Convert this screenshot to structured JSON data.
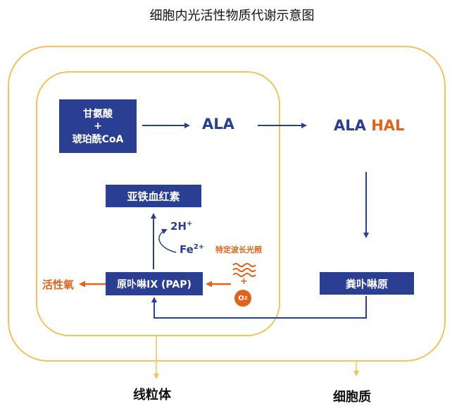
{
  "title": "细胞内光活性物质代谢示意图",
  "boxes": {
    "glycine": "甘氨酸",
    "plus": "+",
    "succinyl_coa": "琥珀酰CoA",
    "ferrous_heme": "亚铁血红素",
    "pap": "原卟啉IX (PAP)",
    "coproporphyrinogen": "粪卟啉原"
  },
  "labels": {
    "ala_mito": "ALA",
    "ala_cyto": "ALA",
    "hal": "HAL",
    "two_h": "2H",
    "two_h_sup": "+",
    "fe": "Fe",
    "fe_sup": "2+",
    "light": "特定波长光照",
    "light_plus": "+",
    "o2": "O",
    "o2_sub": "2",
    "ros": "活性氧",
    "mitochondria": "线粒体",
    "cytoplasm": "细胞质"
  },
  "colors": {
    "navy": "#2a3f91",
    "orange": "#e2621c",
    "gold": "#f0c45a"
  }
}
